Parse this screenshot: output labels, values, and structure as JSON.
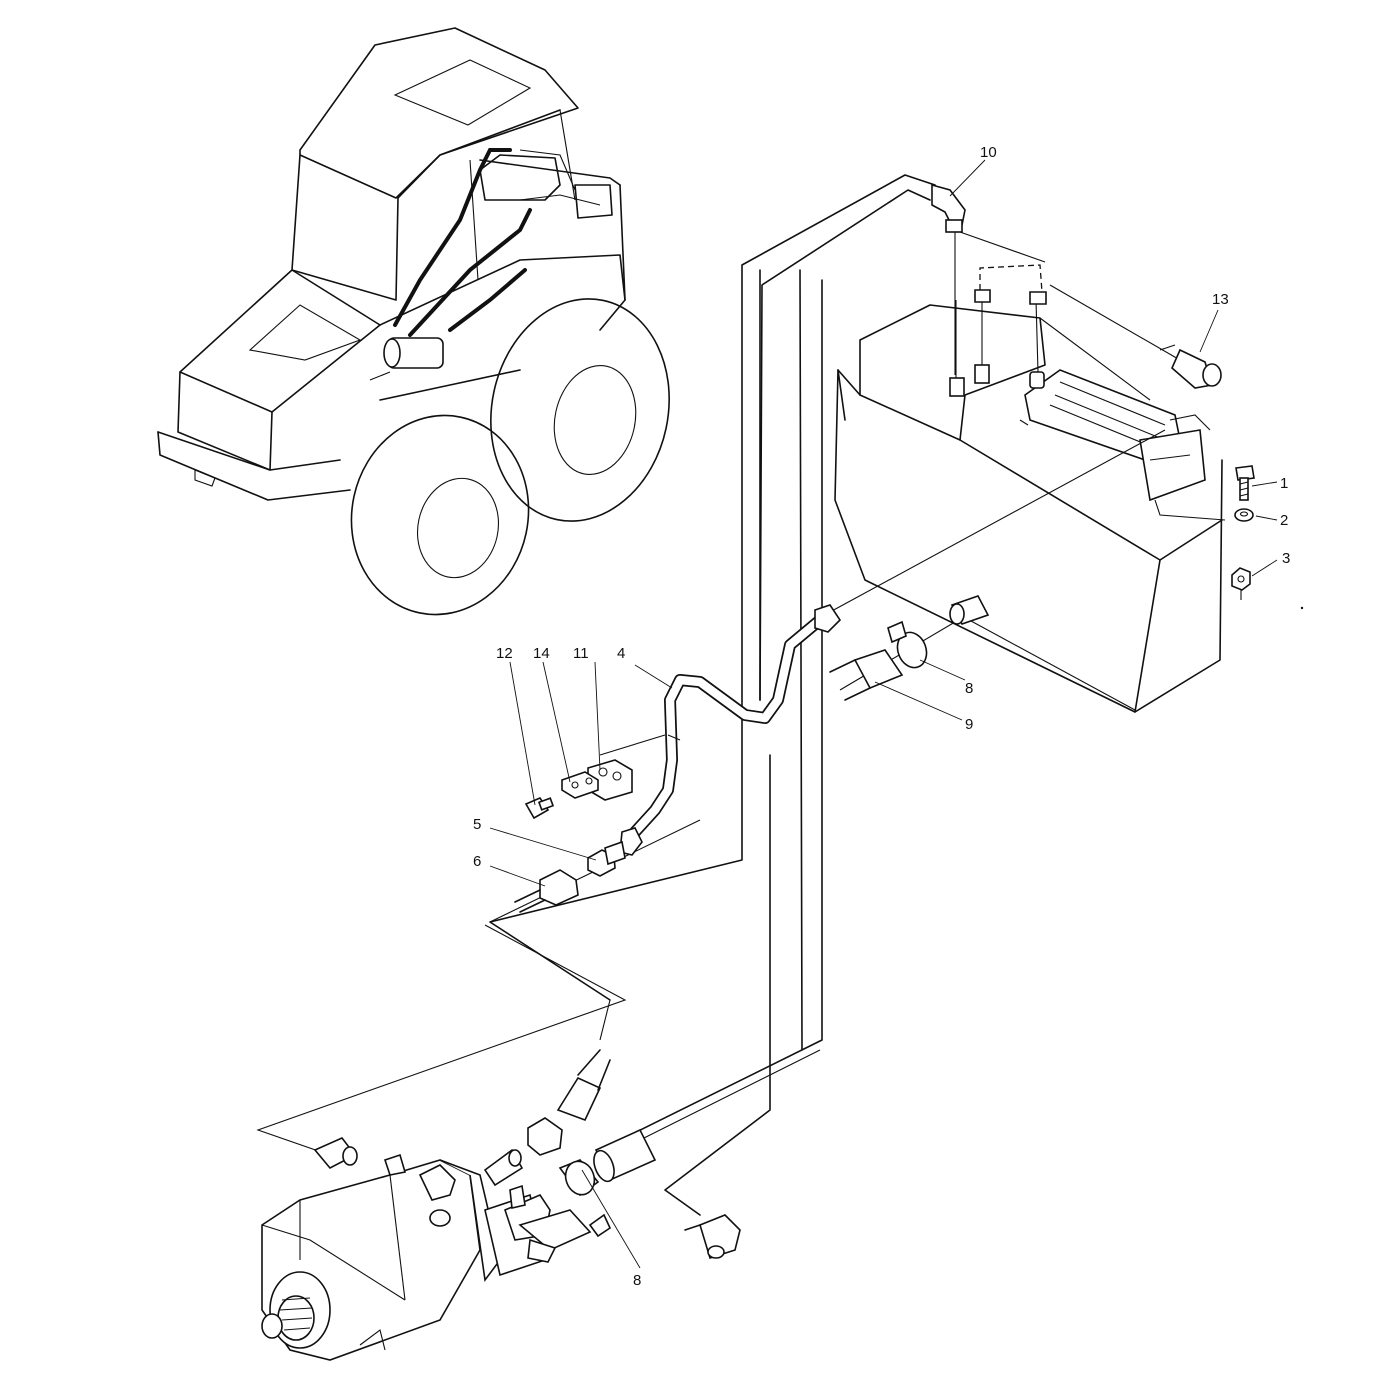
{
  "diagram": {
    "callouts": [
      {
        "id": "1",
        "label": "1"
      },
      {
        "id": "2",
        "label": "2"
      },
      {
        "id": "3",
        "label": "3"
      },
      {
        "id": "4",
        "label": "4"
      },
      {
        "id": "5",
        "label": "5"
      },
      {
        "id": "6",
        "label": "6"
      },
      {
        "id": "8a",
        "label": "8"
      },
      {
        "id": "8b",
        "label": "8"
      },
      {
        "id": "9",
        "label": "9"
      },
      {
        "id": "10",
        "label": "10"
      },
      {
        "id": "11",
        "label": "11"
      },
      {
        "id": "12",
        "label": "12"
      },
      {
        "id": "13",
        "label": "13"
      },
      {
        "id": "14",
        "label": "14"
      }
    ],
    "colors": {
      "line": "#111111",
      "background": "#ffffff"
    }
  }
}
